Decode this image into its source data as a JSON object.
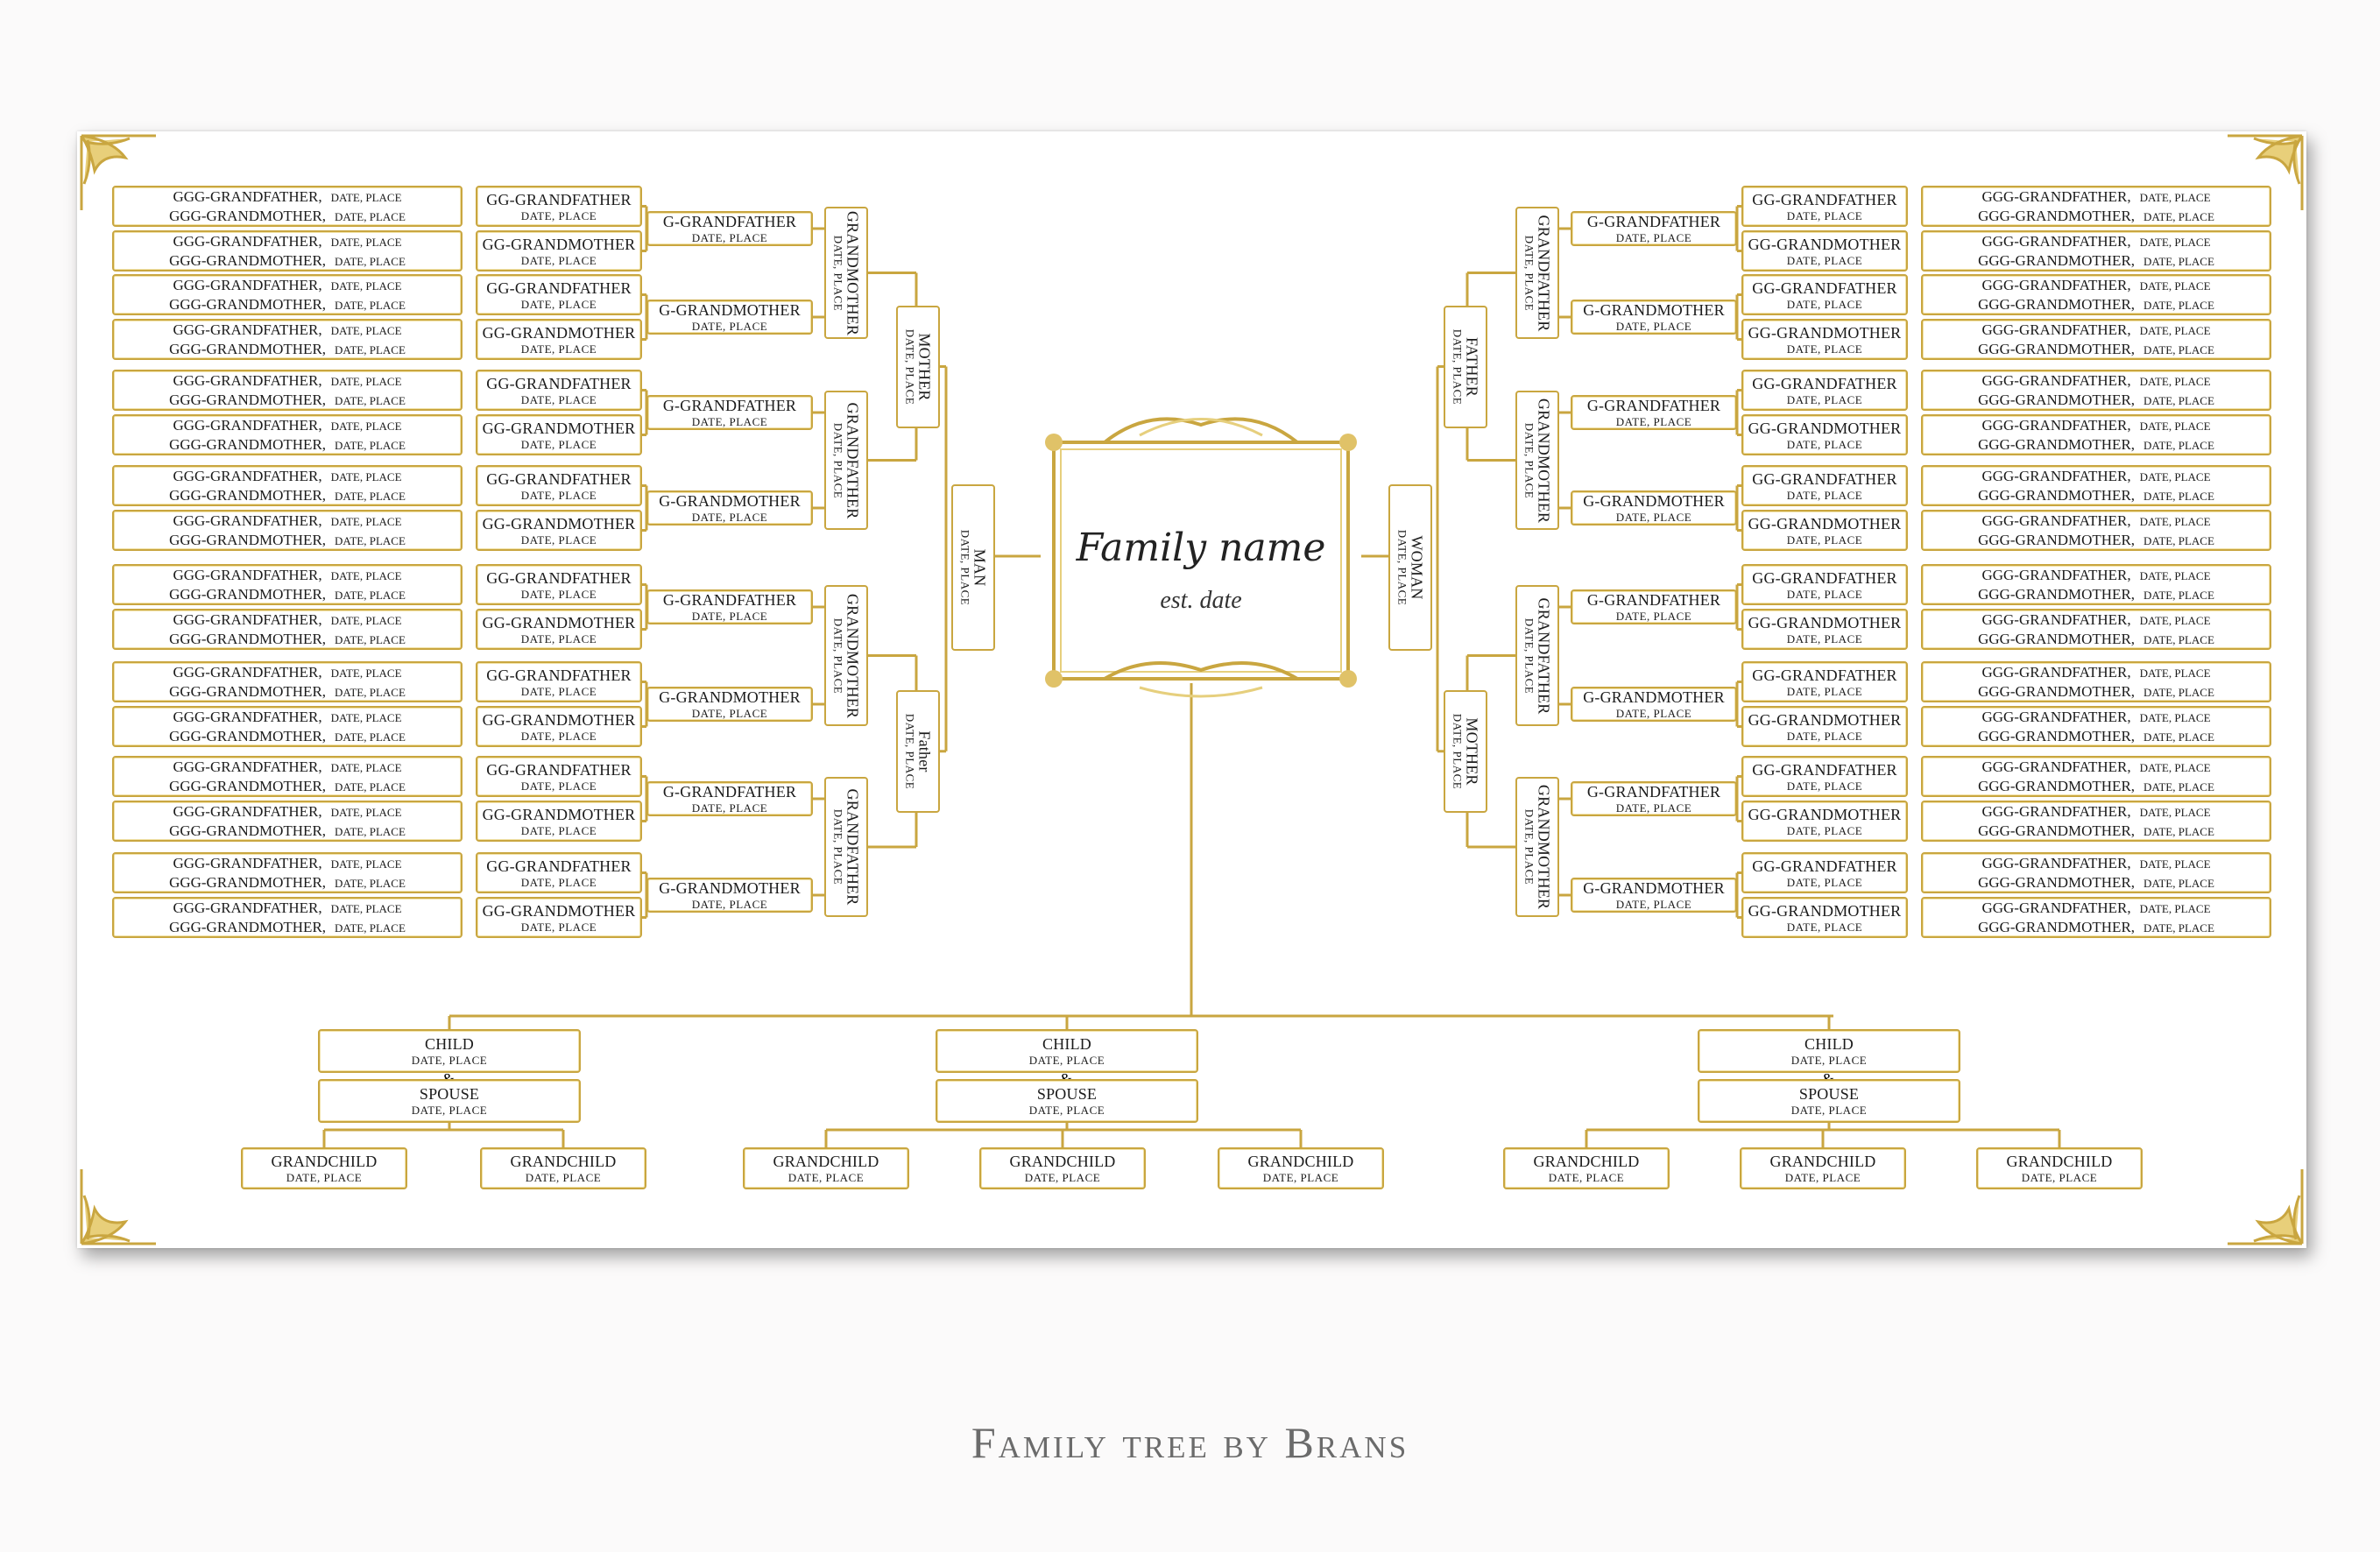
{
  "center": {
    "family_name": "Family name",
    "est_date": "est. date"
  },
  "labels": {
    "ggg_grandfather": "GGG-GRANDFATHER,",
    "ggg_grandmother": "GGG-GRANDMOTHER,",
    "gg_grandfather": "GG-GRANDFATHER",
    "gg_grandmother": "GG-GRANDMOTHER",
    "g_grandfather": "G-GRANDFATHER",
    "g_grandmother": "G-GRANDMOTHER",
    "grandfather": "GRANDFATHER",
    "grandmother": "GRANDMOTHER",
    "father_upper": "FATHER",
    "father_mixed": "Father",
    "mother": "MOTHER",
    "man": "MAN",
    "woman": "WOMAN",
    "date_place_lower": "DATE, PLACE",
    "date_place": "DATE, PLACE",
    "child": "CHILD",
    "ampersand": "&",
    "spouse": "SPOUSE",
    "grandchild": "GRANDCHILD"
  },
  "footer": "Family tree by Brans",
  "colors": {
    "gold": "#c9a640",
    "text": "#1b1b1b",
    "footer": "#6b6b6b"
  }
}
